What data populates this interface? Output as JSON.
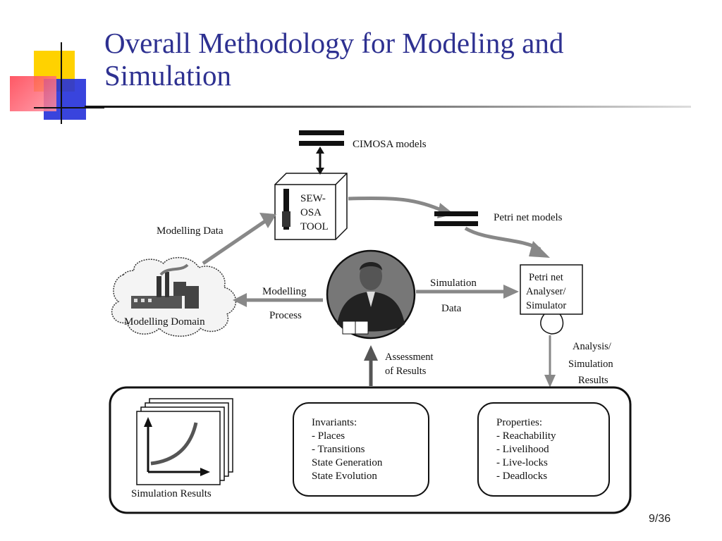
{
  "slide": {
    "title": "Overall Methodology for Modeling and Simulation",
    "page_number": "9/36"
  },
  "diagram": {
    "cimosa_models": "CIMOSA models",
    "sewosa_tool": [
      "SEW-",
      "OSA",
      "TOOL"
    ],
    "petri_net_models": "Petri net models",
    "modelling_data": "Modelling Data",
    "modelling_domain": "Modelling Domain",
    "modelling_process": [
      "Modelling",
      "Process"
    ],
    "simulation_data": [
      "Simulation",
      "Data"
    ],
    "analyser": [
      "Petri net",
      "Analyser/",
      "Simulator"
    ],
    "analysis_results": [
      "Analysis/",
      "Simulation",
      "Results"
    ],
    "assessment": [
      "Assessment",
      "of Results"
    ],
    "simulation_results": "Simulation Results",
    "invariants": [
      "Invariants:",
      "- Places",
      "- Transitions",
      "State Generation",
      "State Evolution"
    ],
    "properties": [
      "Properties:",
      "- Reachability",
      "- Livelihood",
      "- Live-locks",
      "- Deadlocks"
    ]
  }
}
